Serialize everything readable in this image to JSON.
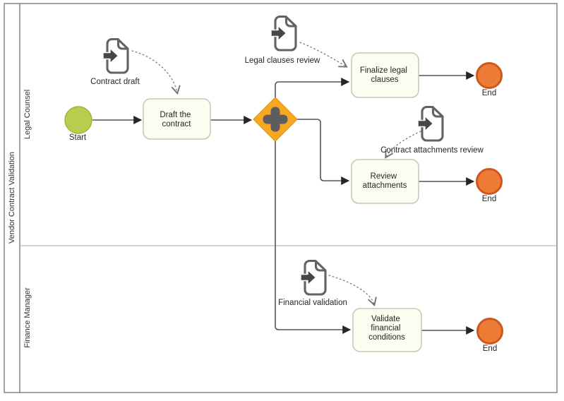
{
  "pool": {
    "label": "Vendor Contract Validation"
  },
  "lanes": [
    {
      "label": "Legal Counsel"
    },
    {
      "label": "Finance Manager"
    }
  ],
  "events": {
    "start": {
      "label": "Start"
    },
    "end_legal": {
      "label": "End"
    },
    "end_attachments": {
      "label": "End"
    },
    "end_financial": {
      "label": "End"
    }
  },
  "gateway": {
    "type": "parallel-gateway"
  },
  "tasks": {
    "draft": {
      "lines": [
        "Draft the",
        "contract"
      ]
    },
    "finalize": {
      "lines": [
        "Finalize legal",
        "clauses"
      ]
    },
    "review": {
      "lines": [
        "Review",
        "attachments"
      ]
    },
    "validate": {
      "lines": [
        "Validate",
        "financial",
        "conditions"
      ]
    }
  },
  "data_inputs": {
    "contract_draft": {
      "label": "Contract draft"
    },
    "legal_clauses_review": {
      "label": "Legal clauses review"
    },
    "contract_attachments_review": {
      "label": "Contract attachments review"
    },
    "financial_validation": {
      "label": "Financial validation"
    }
  },
  "colors": {
    "start_event_fill": "#b9cc4e",
    "start_event_stroke": "#9cb439",
    "end_event_fill": "#ec7c35",
    "end_event_stroke": "#d0571c",
    "gateway_fill": "#f6a823",
    "gateway_stroke": "#e0930f",
    "gateway_symbol": "#5d5d5d",
    "task_fill": "#fdfcf1",
    "task_stroke": "#c9c6b2",
    "flow_color": "#555555",
    "data_icon_stroke": "#636363"
  }
}
